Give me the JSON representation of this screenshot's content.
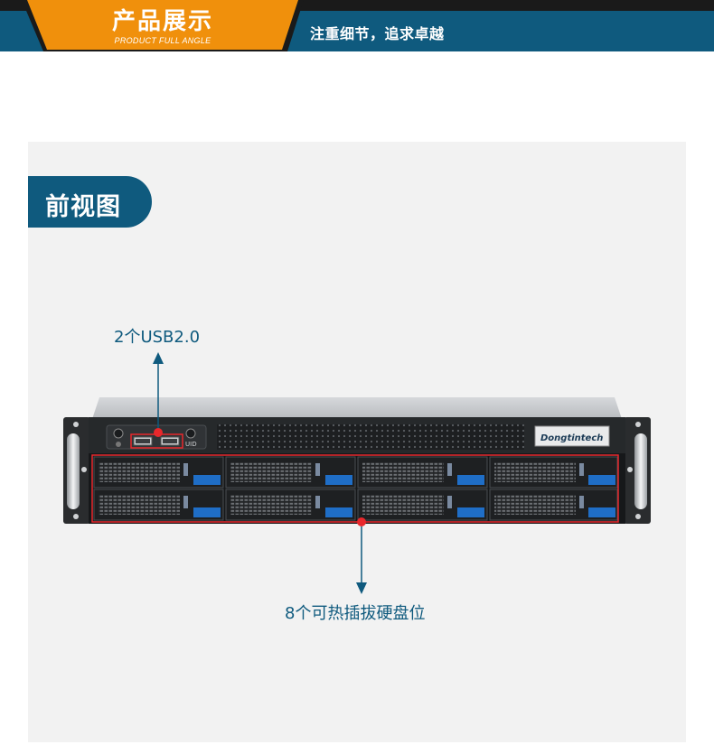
{
  "banner": {
    "title": "产品展示",
    "subtitle": "PRODUCT FULL ANGLE",
    "tagline": "注重细节，追求卓越"
  },
  "section": {
    "title": "前视图"
  },
  "server": {
    "brand": "Dongtintech",
    "uid_label": "UID"
  },
  "callouts": {
    "usb": "2个USB2.0",
    "bays": "8个可热插拔硬盘位"
  },
  "colors": {
    "brand_blue": "#0f5a7e",
    "accent_orange": "#f0900c",
    "highlight_red": "#e8282c",
    "panel_grey": "#f2f2f2"
  }
}
